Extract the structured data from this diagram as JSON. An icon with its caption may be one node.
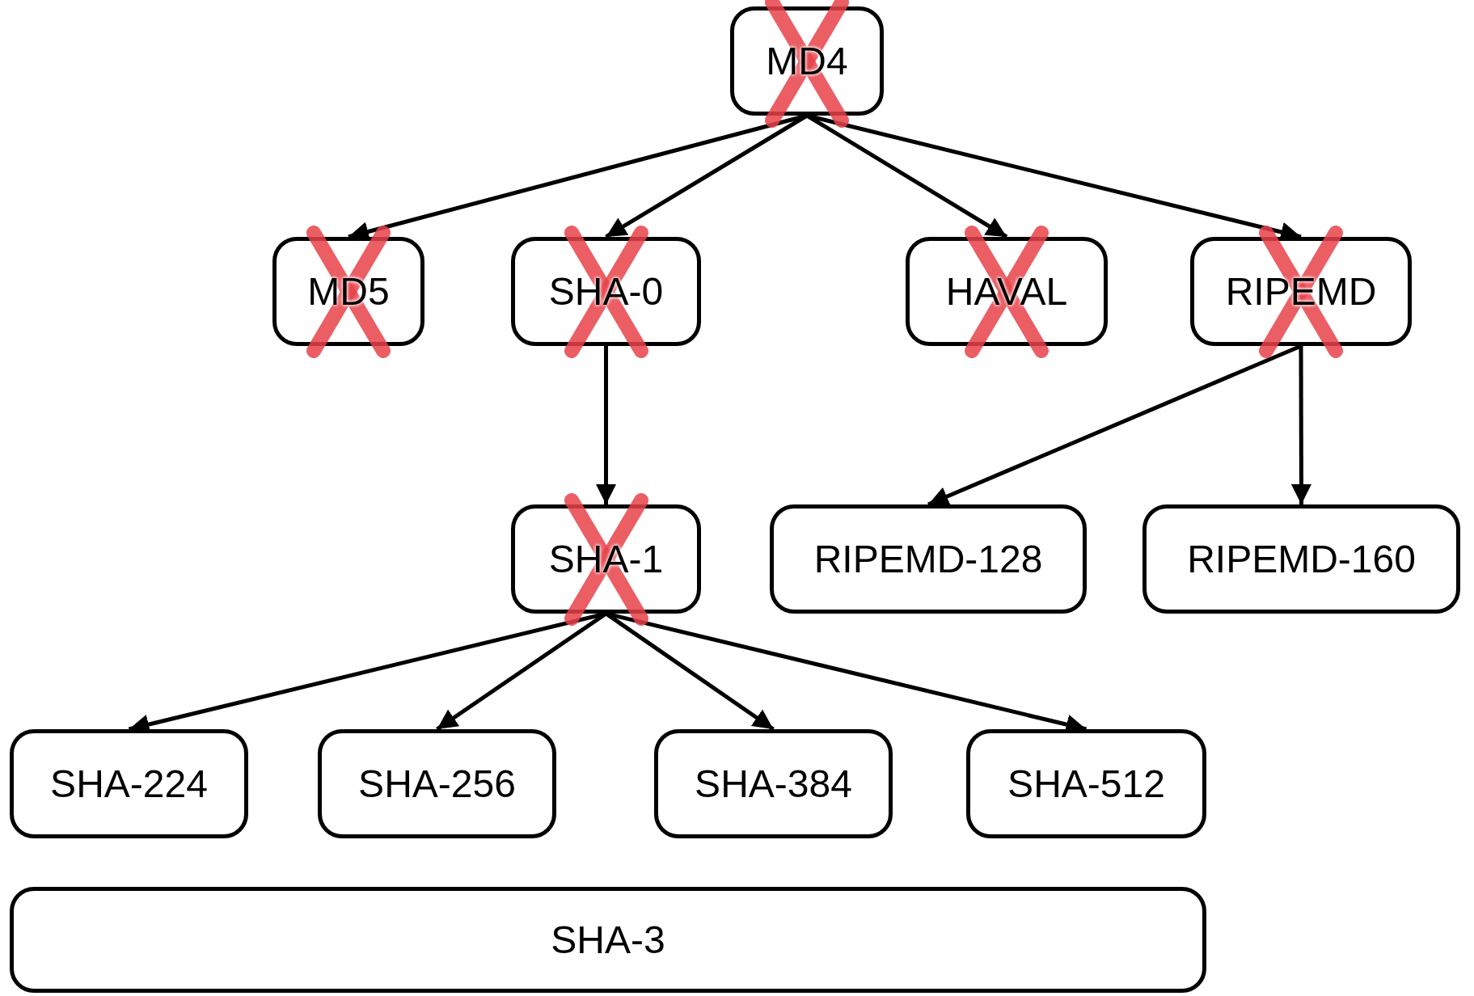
{
  "diagram": {
    "nodes": [
      {
        "text": [
          "MD4"
        ]
      },
      {
        "text": [
          "MD5"
        ]
      },
      {
        "text": [
          "SHA-0"
        ]
      },
      {
        "text": [
          "HAVAL"
        ]
      },
      {
        "text": [
          "RIPEMD"
        ]
      },
      {
        "text": [
          "SHA-1"
        ]
      },
      {
        "text": [
          "RIPEMD-128"
        ]
      },
      {
        "text": [
          "RIPEMD-160"
        ]
      },
      {
        "text": [
          "SHA-224"
        ]
      },
      {
        "text": [
          "SHA-256"
        ]
      },
      {
        "text": [
          "SHA-384"
        ]
      },
      {
        "text": [
          "SHA-512"
        ]
      },
      {
        "text": [
          "SHA-3"
        ]
      }
    ],
    "edges": [
      {
        "from": 0,
        "to": 1,
        "arrow": "to"
      },
      {
        "from": 0,
        "to": 2,
        "arrow": "to"
      },
      {
        "from": 0,
        "to": 3,
        "arrow": "to"
      },
      {
        "from": 0,
        "to": 4,
        "arrow": "to"
      },
      {
        "from": 2,
        "to": 5,
        "arrow": "to"
      },
      {
        "from": 4,
        "to": 6,
        "arrow": "to"
      },
      {
        "from": 4,
        "to": 7,
        "arrow": "to"
      },
      {
        "from": 5,
        "to": 8,
        "arrow": "to"
      },
      {
        "from": 5,
        "to": 9,
        "arrow": "to"
      },
      {
        "from": 5,
        "to": 10,
        "arrow": "to"
      },
      {
        "from": 5,
        "to": 11,
        "arrow": "to"
      }
    ]
  }
}
